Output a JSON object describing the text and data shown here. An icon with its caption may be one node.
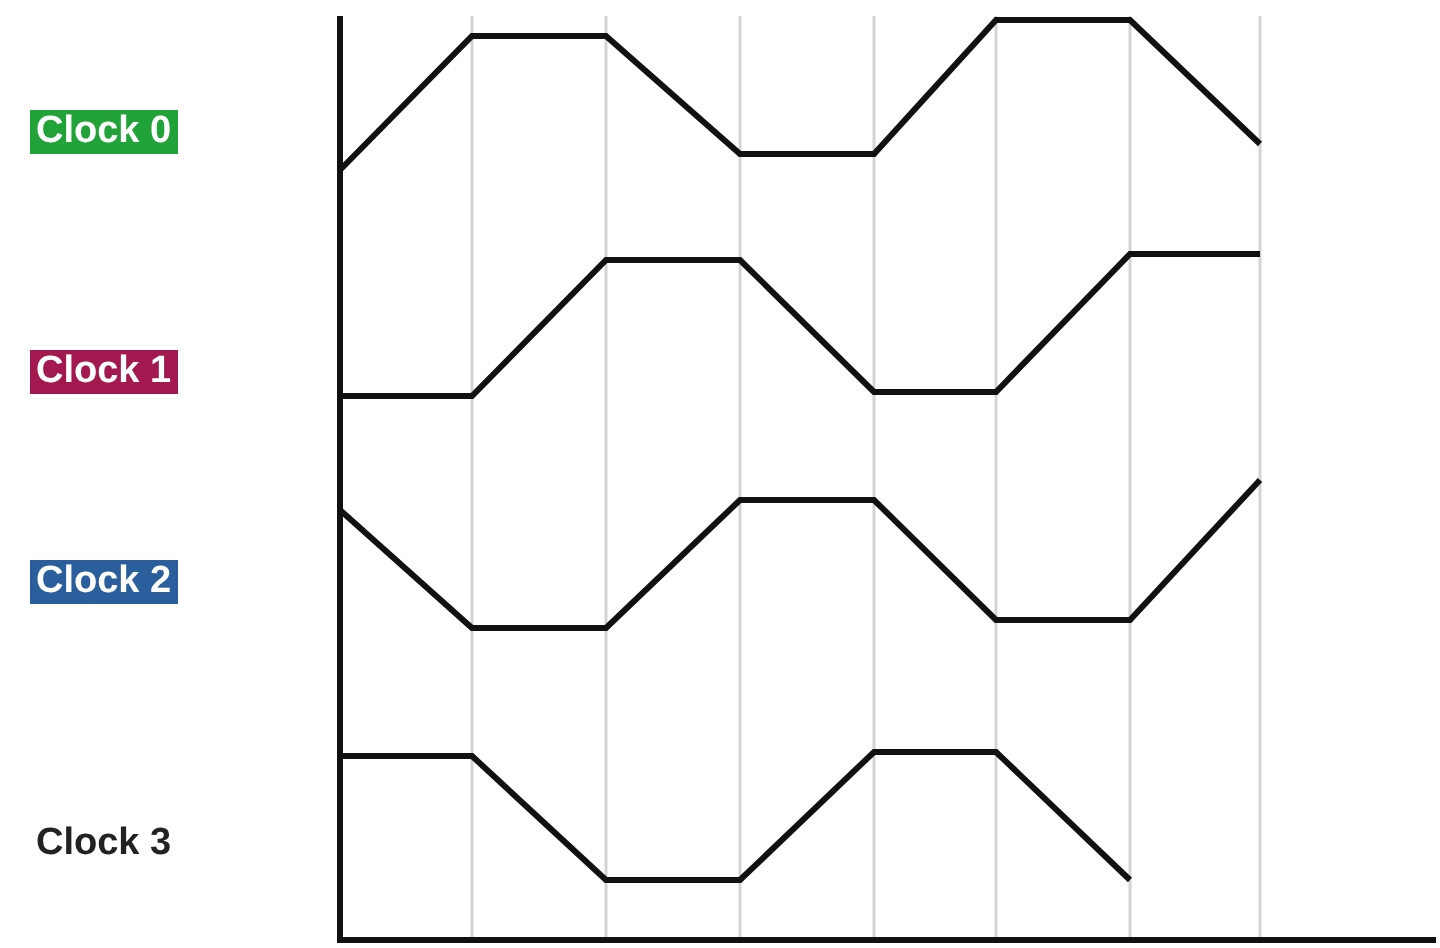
{
  "diagram": {
    "labels": [
      "Clock 0",
      "Clock 1",
      "Clock 2",
      "Clock 3"
    ]
  }
}
